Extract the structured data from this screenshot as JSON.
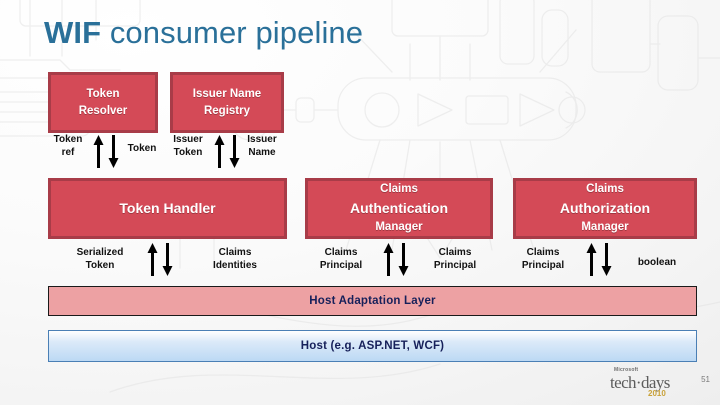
{
  "slide": {
    "title_strong": "WIF",
    "title_rest": " consumer pipeline",
    "accent_color": "#2a7099",
    "component_fill": "#d44a57",
    "component_border": "#a83c48"
  },
  "components": {
    "token_resolver": {
      "line1": "Token",
      "line2": "Resolver"
    },
    "issuer_name_registry": {
      "line1": "Issuer Name",
      "line2": "Registry"
    },
    "token_handler": {
      "line1": "Token Handler"
    },
    "claims_authentication_manager": {
      "line1": "Claims",
      "line2": "Authentication",
      "line3": "Manager"
    },
    "claims_authorization_manager": {
      "line1": "Claims",
      "line2": "Authorization",
      "line3": "Manager"
    }
  },
  "connectors": [
    {
      "id": "token-resolver-in",
      "left": "Token\nref"
    },
    {
      "id": "token-resolver-out",
      "right": "Token"
    },
    {
      "id": "issuer-registry-in",
      "left": "Issuer\nToken"
    },
    {
      "id": "issuer-registry-out",
      "right": "Issuer\nName"
    },
    {
      "id": "token-handler-in",
      "left": "Serialized\nToken"
    },
    {
      "id": "token-handler-out",
      "right": "Claims\nIdentities"
    },
    {
      "id": "claims-auth-in",
      "left": "Claims\nPrincipal"
    },
    {
      "id": "claims-auth-out",
      "right": "Claims\nPrincipal"
    },
    {
      "id": "claims-authz-in",
      "left": "Claims\nPrincipal"
    },
    {
      "id": "claims-authz-out",
      "right": "boolean"
    }
  ],
  "connector_labels": {
    "token_ref": "Token\nref",
    "token": "Token",
    "issuer_token": "Issuer\nToken",
    "issuer_name": "Issuer\nName",
    "serialized_token": "Serialized\nToken",
    "claims_identities": "Claims\nIdentities",
    "claims_principal_1": "Claims\nPrincipal",
    "claims_principal_2": "Claims\nPrincipal",
    "claims_principal_3": "Claims\nPrincipal",
    "boolean": "boolean"
  },
  "layers": {
    "host_adaptation_layer": "Host Adaptation Layer",
    "host": "Host (e.g. ASP.NET, WCF)"
  },
  "footer": {
    "brand_microsoft": "Microsoft",
    "brand_techdays": "tech·days",
    "brand_year": "2010",
    "slide_number": "51"
  }
}
